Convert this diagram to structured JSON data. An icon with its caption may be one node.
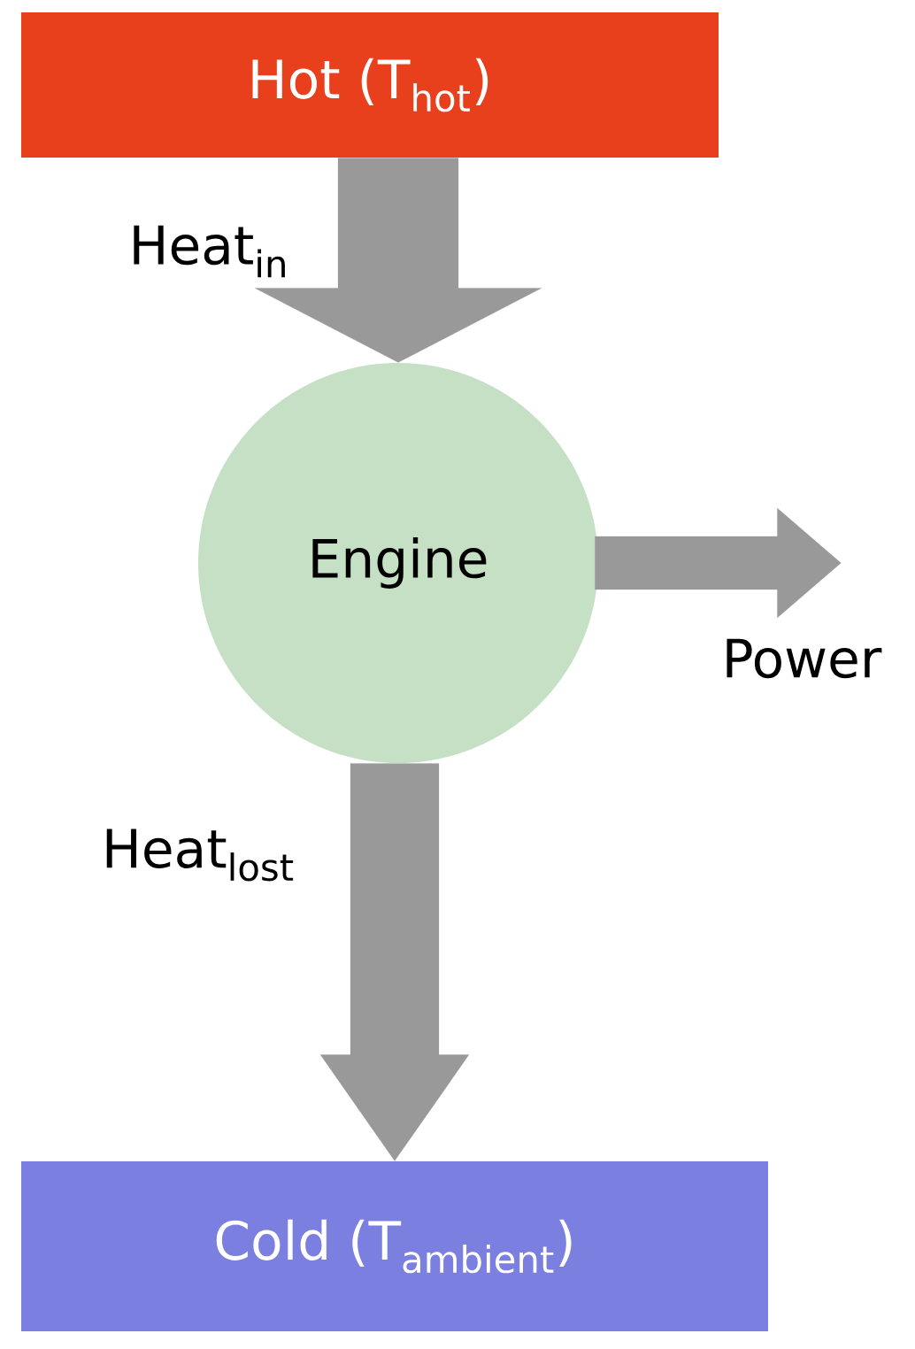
{
  "diagram": {
    "nodes": [
      {
        "text": [
          "Hot (T$_{hot}$)"
        ]
      },
      {
        "text": [
          "Engine"
        ]
      },
      {
        "text": [
          "Cold (T$_{ambient}$)"
        ]
      }
    ],
    "edges": [
      {
        "from": 0,
        "to": 1,
        "arrow": "to",
        "label": "Heat$_{in}$"
      },
      {
        "from": 1,
        "to": 2,
        "arrow": "to",
        "label": "Heat$_{lost}$"
      },
      {
        "from": 1,
        "to": null,
        "arrow": "to",
        "label": "Power"
      }
    ]
  }
}
